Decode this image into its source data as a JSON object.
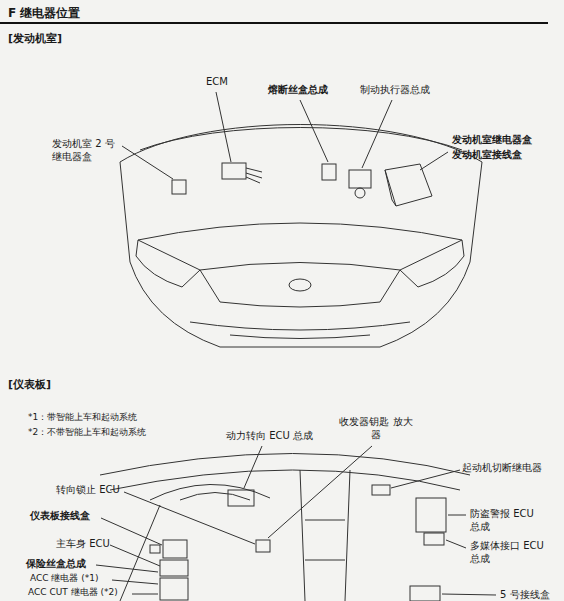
{
  "diagram": {
    "title": "F 继电器位置",
    "labels": [
      "[发动机室]",
      "ECM",
      "熔断丝盒总成",
      "制动执行器总成",
      "发动机室 2 号 继电器盒",
      "发动机室继电器盒",
      "发动机室接线盒",
      "[仪表板]",
      "*1：带智能上车和起动系统",
      "*2：不带智能上车和起动系统",
      "动力转向 ECU 总成",
      "收发器钥匙 放大器",
      "起动机切断继电器",
      "转向锁止 ECU",
      "仪表板接线盒",
      "主车身 ECU",
      "保险丝盒总成",
      "ACC 继电器 (*1)",
      "ACC CUT 继电器 (*2)",
      "防盗警报 ECU 总成",
      "多媒体接口 ECU 总成",
      "5 号接线盒"
    ]
  }
}
